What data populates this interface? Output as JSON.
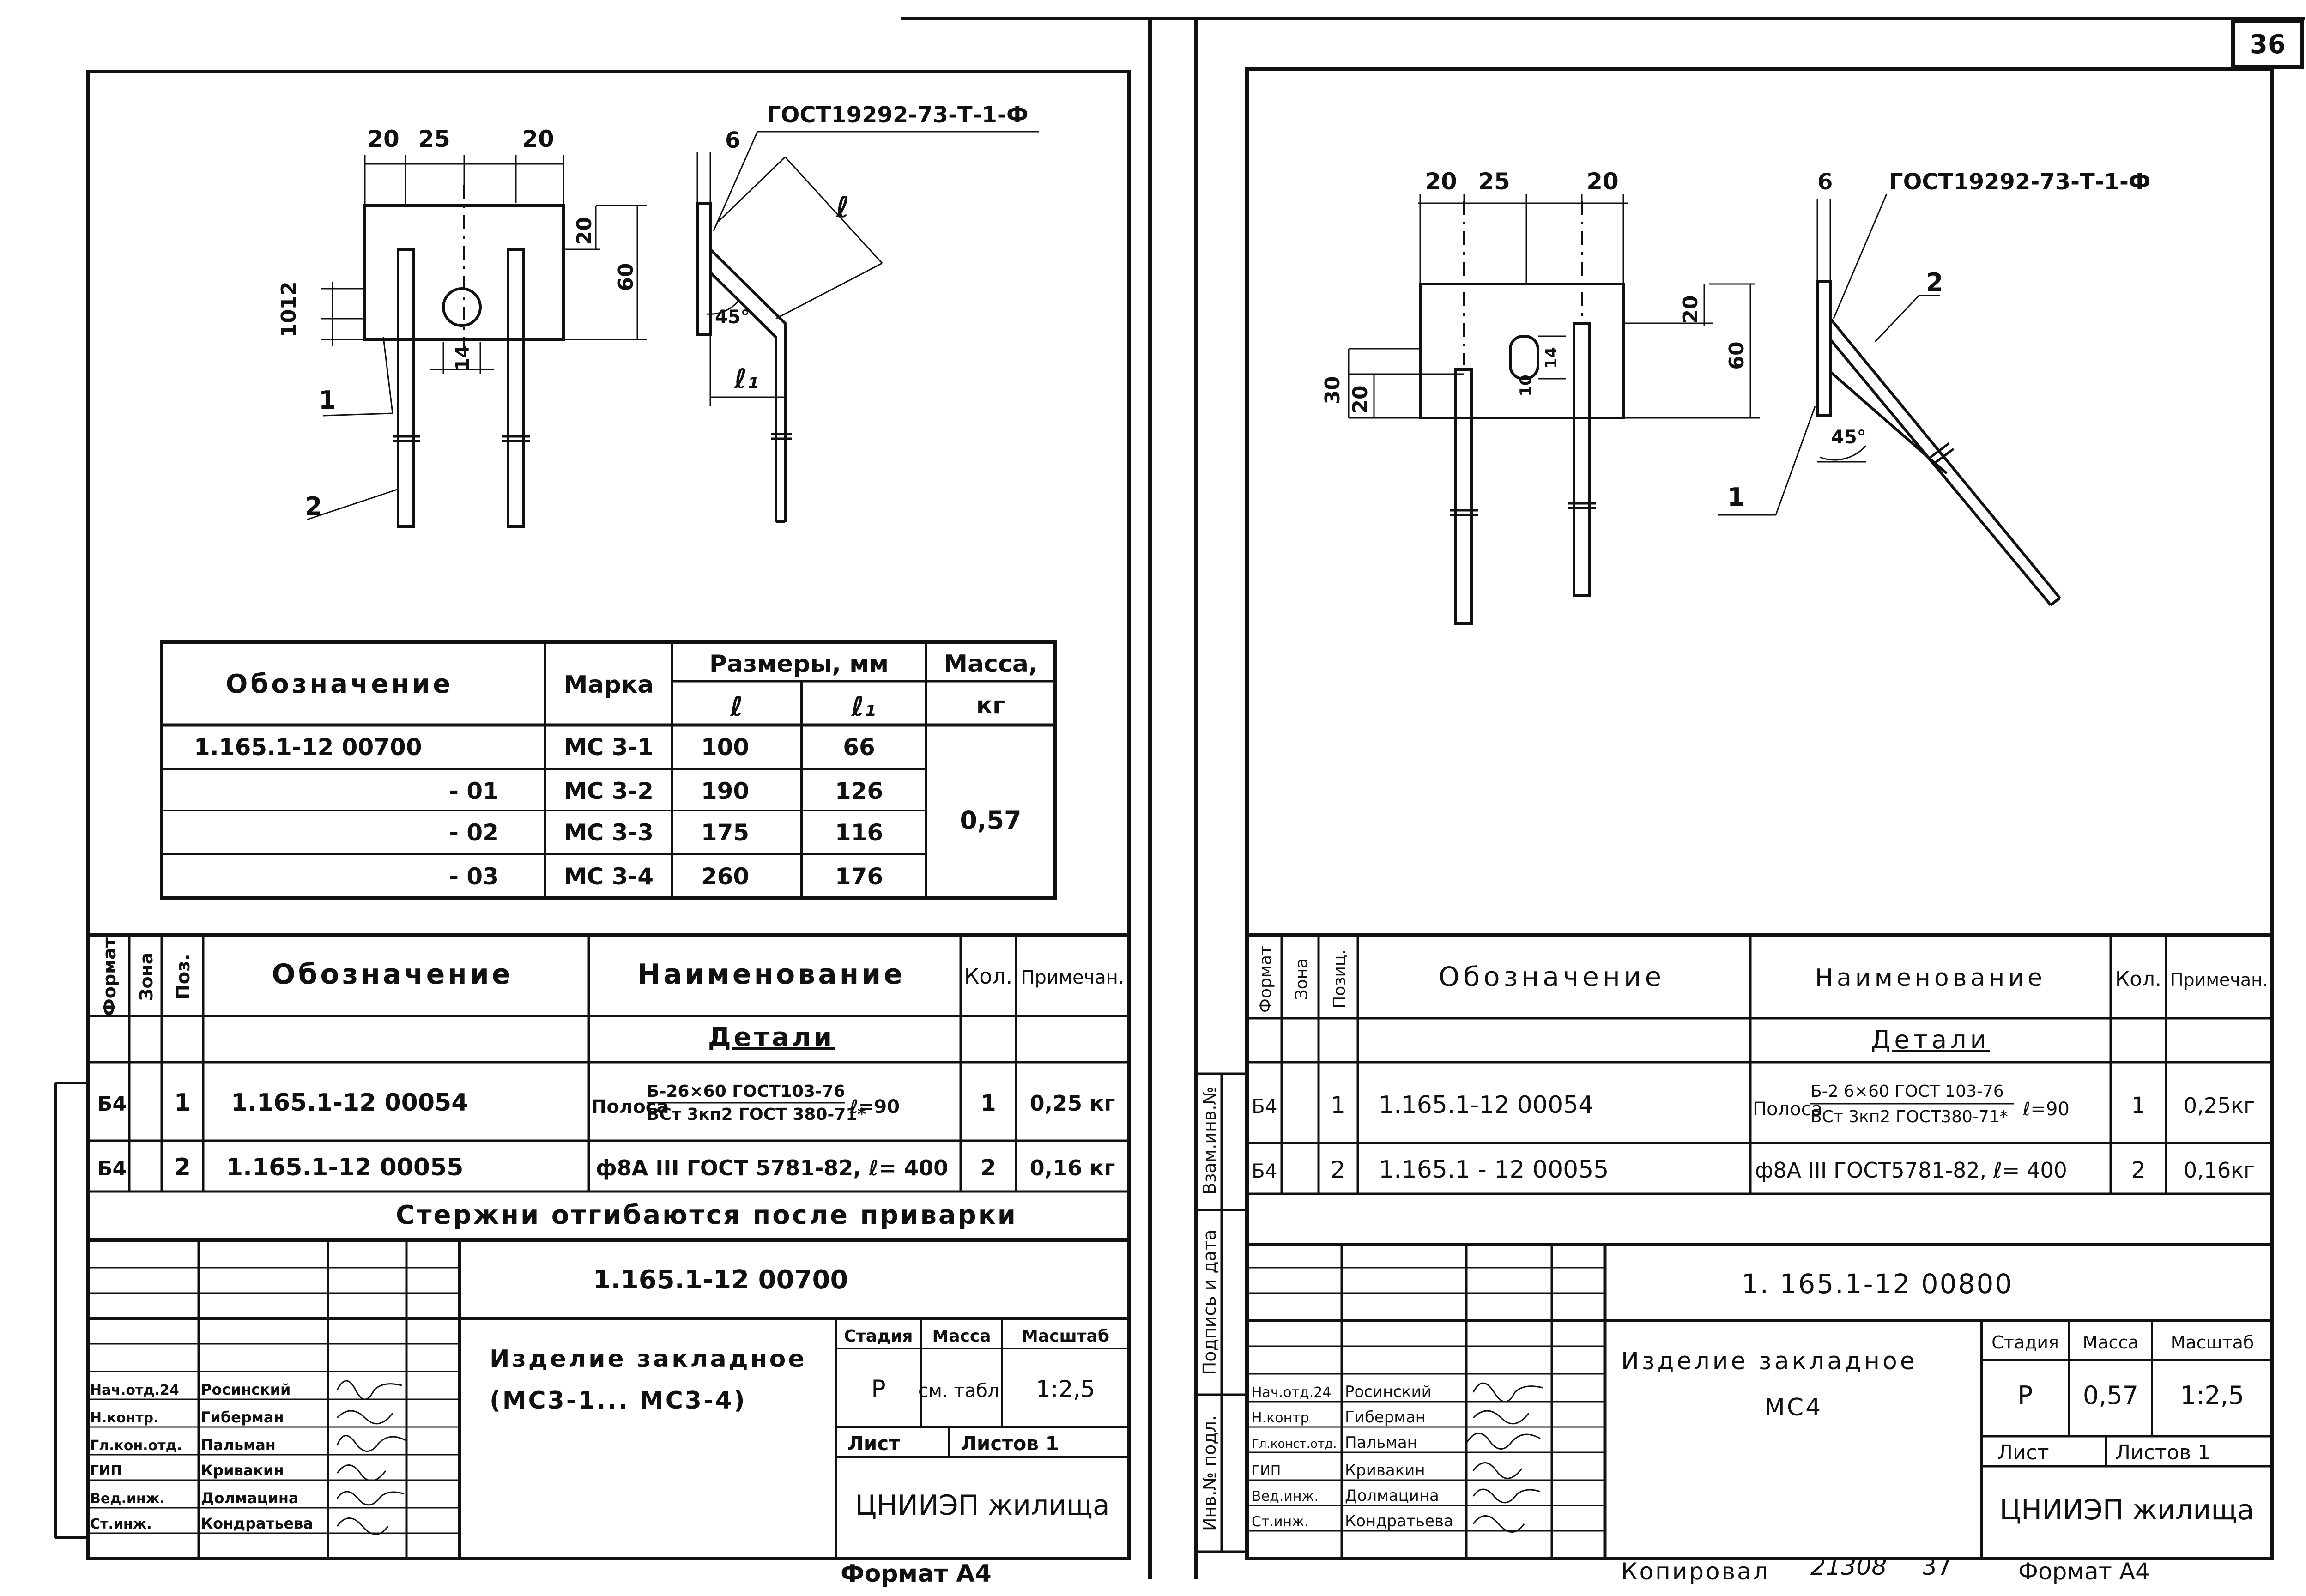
{
  "page_number": "36",
  "left": {
    "gost_callout": "ГОСТ19292-73-Т-1-Ф",
    "dims_top": [
      "20",
      "25",
      "20"
    ],
    "dim_side": [
      "10",
      "12"
    ],
    "dim_right": [
      "20",
      "60"
    ],
    "dim_hole": "14",
    "dim_thk": "6",
    "dim_l": "ℓ",
    "dim_l1": "ℓ₁",
    "angle": "45°",
    "pos_labels": [
      "1",
      "2"
    ],
    "size_table": {
      "h_oboz": "Обозначение",
      "h_marka": "Марка",
      "h_sizes": "Размеры, мм",
      "h_l": "ℓ",
      "h_l1": "ℓ₁",
      "h_mass": "Масса,",
      "h_mass_unit": "кг",
      "rows": [
        {
          "oboz": "1.165.1-12 00700",
          "marka": "МС 3-1",
          "l": "100",
          "l1": "66"
        },
        {
          "oboz": "- 01",
          "marka": "МС 3-2",
          "l": "190",
          "l1": "126"
        },
        {
          "oboz": "- 02",
          "marka": "МС 3-3",
          "l": "175",
          "l1": "116"
        },
        {
          "oboz": "- 03",
          "marka": "МС 3-4",
          "l": "260",
          "l1": "176"
        }
      ],
      "mass": "0,57"
    },
    "spec": {
      "h_format": "Формат",
      "h_zona": "Зона",
      "h_poz": "Поз.",
      "h_oboz": "Обозначение",
      "h_naim": "Наименование",
      "h_kol": "Кол.",
      "h_prim": "Примечан.",
      "section": "Детали",
      "rows": [
        {
          "format": "Б4",
          "poz": "1",
          "oboz": "1.165.1-12 00054",
          "naim_pre": "Полоса",
          "naim_top": "Б-26×60 ГОСТ103-76",
          "naim_bot": "ВСт 3кп2 ГОСТ 380-71*",
          "naim_post": "ℓ=90",
          "kol": "1",
          "prim": "0,25 кг"
        },
        {
          "format": "Б4",
          "poz": "2",
          "oboz": "1.165.1-12 00055",
          "naim": "ф8А III ГОСТ 5781-82,  ℓ= 400",
          "kol": "2",
          "prim": "0,16 кг"
        }
      ],
      "note": "Стержни отгибаются после приварки"
    },
    "title_block": {
      "code": "1.165.1-12 00700",
      "name_line1": "Изделие закладное",
      "name_line2": "(МС3-1...  МС3-4)",
      "h_stadiya": "Стадия",
      "h_massa": "Масса",
      "h_masshtab": "Масштаб",
      "stadiya": "Р",
      "massa": "см. табл.",
      "masshtab": "1:2,5",
      "list": "Лист",
      "listov": "Листов  1",
      "org": "ЦНИИЭП жилища",
      "people": [
        {
          "role": "Нач.отд.24",
          "name": "Росинский"
        },
        {
          "role": "Н.контр.",
          "name": "Гиберман"
        },
        {
          "role": "Гл.кон.отд.",
          "name": "Пальман"
        },
        {
          "role": "ГИП",
          "name": "Кривакин"
        },
        {
          "role": "Вед.инж.",
          "name": "Долмацина"
        },
        {
          "role": "Ст.инж.",
          "name": "Кондратьева"
        }
      ]
    },
    "format": "Формат  А4"
  },
  "right": {
    "gost_callout": "ГОСТ19292-73-Т-1-Ф",
    "dims_top": [
      "20",
      "25",
      "20"
    ],
    "dim_left": [
      "30",
      "20"
    ],
    "dim_right": [
      "20",
      "60"
    ],
    "dim_slot": [
      "10",
      "14"
    ],
    "dim_thk": "6",
    "angle": "45°",
    "pos_labels": [
      "1",
      "2"
    ],
    "side_labels": [
      "Взам.инв.№",
      "Подпись и дата",
      "Инв.№ подл."
    ],
    "spec": {
      "h_format": "Формат",
      "h_zona": "Зона",
      "h_poz": "Позиц.",
      "h_oboz": "Обозначение",
      "h_naim": "Наименование",
      "h_kol": "Кол.",
      "h_prim": "Примечан.",
      "section": "Детали",
      "rows": [
        {
          "format": "Б4",
          "poz": "1",
          "oboz": "1.165.1-12  00054",
          "naim_pre": "Полоса",
          "naim_top": "Б-2 6×60 ГОСТ 103-76",
          "naim_bot": "ВСт 3кп2 ГОСТ380-71*",
          "naim_post": "ℓ=90",
          "kol": "1",
          "prim": "0,25кг"
        },
        {
          "format": "Б4",
          "poz": "2",
          "oboz": "1.165.1 - 12  00055",
          "naim": "ф8А III  ГОСТ5781-82,  ℓ= 400",
          "kol": "2",
          "prim": "0,16кг"
        }
      ]
    },
    "title_block": {
      "code": "1. 165.1-12  00800",
      "name_line1": "Изделие закладное",
      "name_line2": "МС4",
      "h_stadiya": "Стадия",
      "h_massa": "Масса",
      "h_masshtab": "Масштаб",
      "stadiya": "Р",
      "massa": "0,57",
      "masshtab": "1:2,5",
      "list": "Лист",
      "listov": "Листов  1",
      "org": "ЦНИИЭП жилища",
      "people": [
        {
          "role": "Нач.отд.24",
          "name": "Росинский"
        },
        {
          "role": "Н.контр",
          "name": "Гиберман"
        },
        {
          "role": "Гл.конст.отд.",
          "name": "Пальман"
        },
        {
          "role": "ГИП",
          "name": "Кривакин"
        },
        {
          "role": "Вед.инж.",
          "name": "Долмацина"
        },
        {
          "role": "Ст.инж.",
          "name": "Кондратьева"
        }
      ]
    },
    "kopiroval": "Копировал",
    "order_no": "21308",
    "sheet_no": "37",
    "format": "Формат А4"
  }
}
